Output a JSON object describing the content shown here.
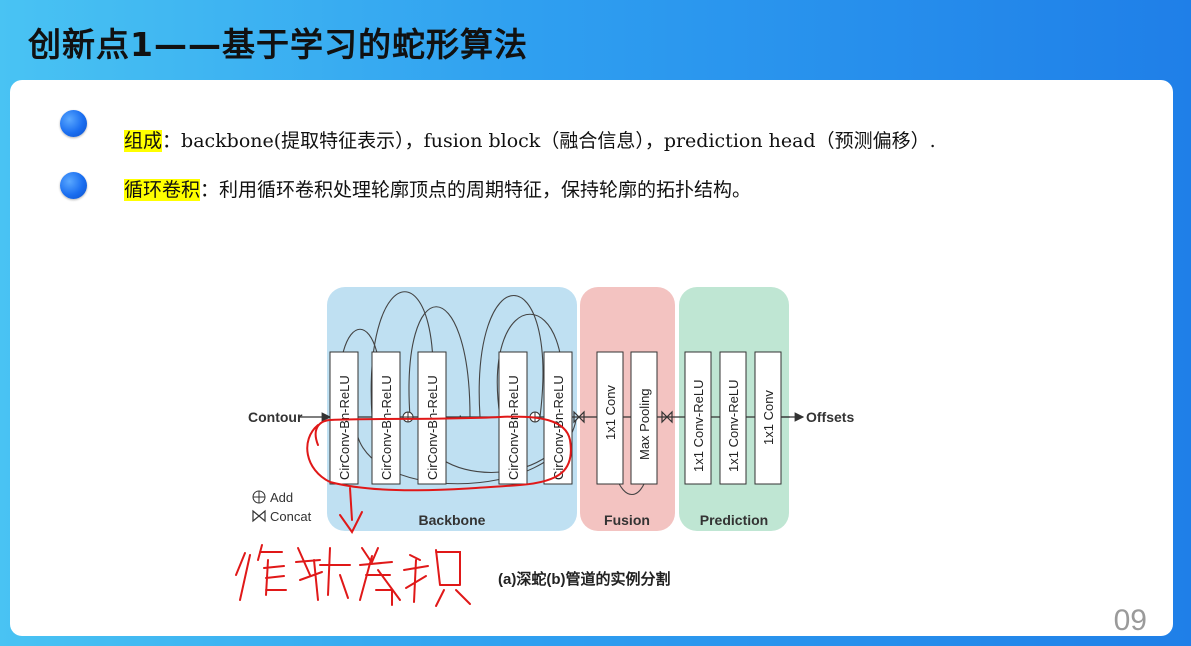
{
  "slide": {
    "title": "创新点1——基于学习的蛇形算法",
    "page_number": "09"
  },
  "bullets": [
    {
      "label": "组成",
      "colon": "：",
      "text": "backbone(提取特征表示），fusion block（融合信息），prediction head（预测偏移）."
    },
    {
      "label": "循环卷积",
      "colon": "：",
      "text": "利用循环卷积处理轮廓顶点的周期特征，保持轮廓的拓扑结构。"
    }
  ],
  "diagram": {
    "input_label": "Contour",
    "output_label": "Offsets",
    "backbone_label": "Backbone",
    "fusion_label": "Fusion",
    "prediction_label": "Prediction",
    "legend_add": "Add",
    "legend_concat": "Concat",
    "ellipsis": "·",
    "backbone_blocks": [
      "CirConv-Bn-ReLU",
      "CirConv-Bn-ReLU",
      "CirConv-Bn-ReLU",
      "CirConv-Bn-ReLU",
      "CirConv-Bn-ReLU"
    ],
    "fusion_blocks": [
      "1x1 Conv",
      "Max Pooling"
    ],
    "prediction_blocks": [
      "1x1 Conv-ReLU",
      "1x1 Conv-ReLU",
      "1x1 Conv"
    ],
    "caption": "(a)深蛇(b)管道的实例分割",
    "handwritten_note": "循环卷积",
    "colors": {
      "backbone": "#bfe0f2",
      "fusion": "#f3c3c1",
      "prediction": "#bfe6d3",
      "annotation": "#e01818"
    }
  }
}
